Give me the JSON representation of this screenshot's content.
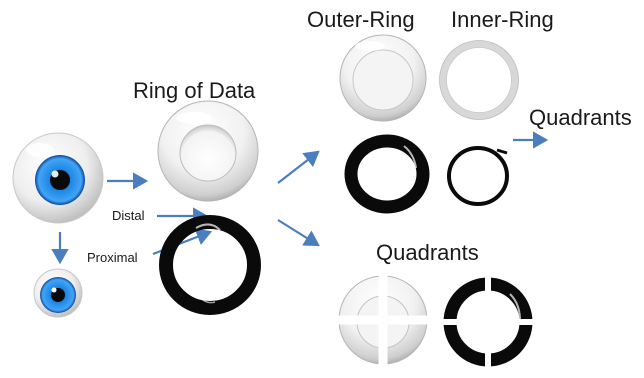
{
  "labels": {
    "ring_of_data": "Ring of Data",
    "outer_ring": "Outer-Ring",
    "inner_ring": "Inner-Ring",
    "quadrants_right": "Quadrants",
    "quadrants_bottom": "Quadrants",
    "distal": "Distal",
    "proximal": "Proximal"
  },
  "colors": {
    "arrow": "#4a7ebf",
    "iris": "#2196f3",
    "ring_dark": "#0a0a0a",
    "glass_light": "#f4f4f4",
    "glass_shadow": "#9a9a9a"
  }
}
